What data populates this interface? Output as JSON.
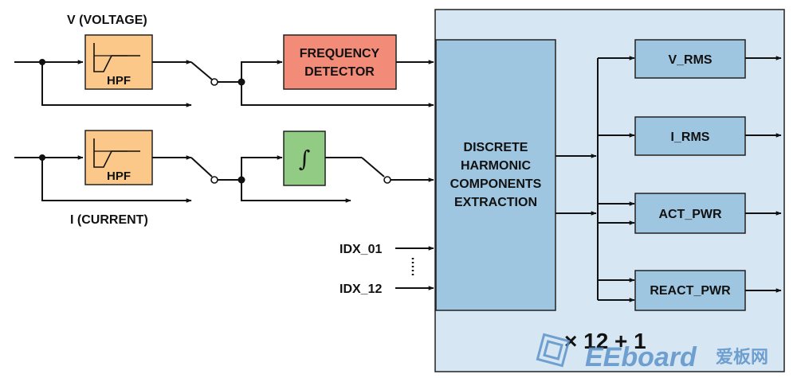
{
  "inputs": {
    "voltage_label": "V (VOLTAGE)",
    "current_label": "I (CURRENT)",
    "idx_first": "IDX_01",
    "idx_last": "IDX_12"
  },
  "blocks": {
    "hpf_voltage": "HPF",
    "hpf_current": "HPF",
    "frequency_detector": [
      "FREQUENCY",
      "DETECTOR"
    ],
    "integrator_symbol": "∫",
    "dhc_extraction": [
      "DISCRETE",
      "HARMONIC",
      "COMPONENTS",
      "EXTRACTION"
    ]
  },
  "outputs": {
    "v_rms": "V_RMS",
    "i_rms": "I_RMS",
    "act_pwr": "ACT_PWR",
    "react_pwr": "REACT_PWR"
  },
  "multiplier": "× 12 + 1",
  "watermark": {
    "logo_text": "EEboard",
    "chinese": "爱板网"
  },
  "colors": {
    "outer_box": "#d6e7f3",
    "dhc_block": "#9fc6e1",
    "output_block": "#9fc6e1",
    "hpf": "#fbc889",
    "frequency_detector": "#f28b77",
    "integrator": "#92cc84",
    "watermark": "#5d93c9"
  }
}
